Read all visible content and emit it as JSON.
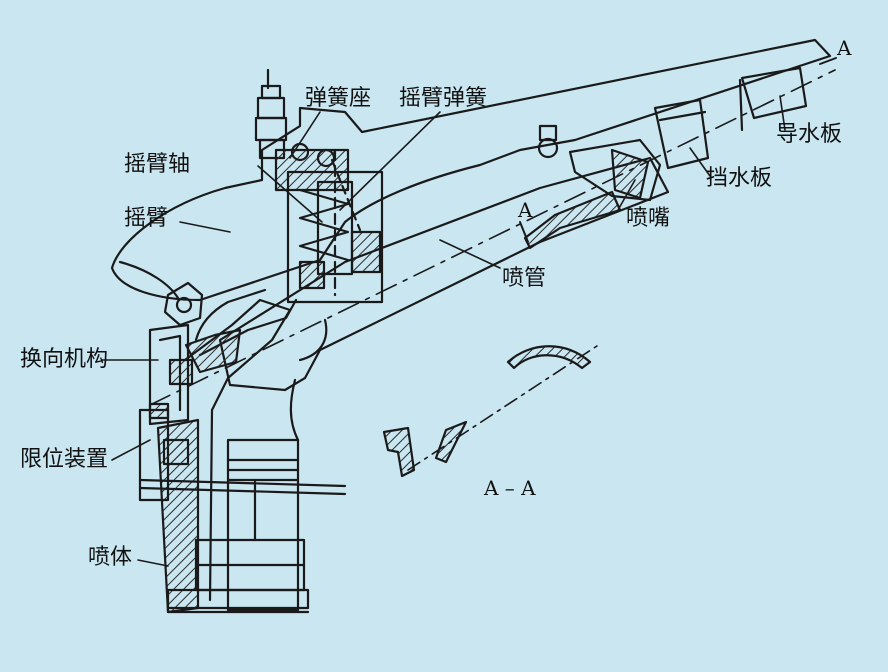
{
  "labels": {
    "spring_seat": "弹簧座",
    "rocker_spring": "摇臂弹簧",
    "rocker_shaft": "摇臂轴",
    "rocker_arm": "摇臂",
    "reversing_mechanism": "换向机构",
    "limit_device": "限位装置",
    "sprinkler_body": "喷体",
    "spray_pipe": "喷管",
    "nozzle": "喷嘴",
    "baffle_plate": "挡水板",
    "guide_plate": "导水板",
    "section_mark_top": "A",
    "section_mark_mid": "A",
    "section_title": "A – A"
  },
  "colors": {
    "background": "#c9e6f1",
    "line": "#1a1a1a",
    "hatch": "#2a2a2a"
  }
}
